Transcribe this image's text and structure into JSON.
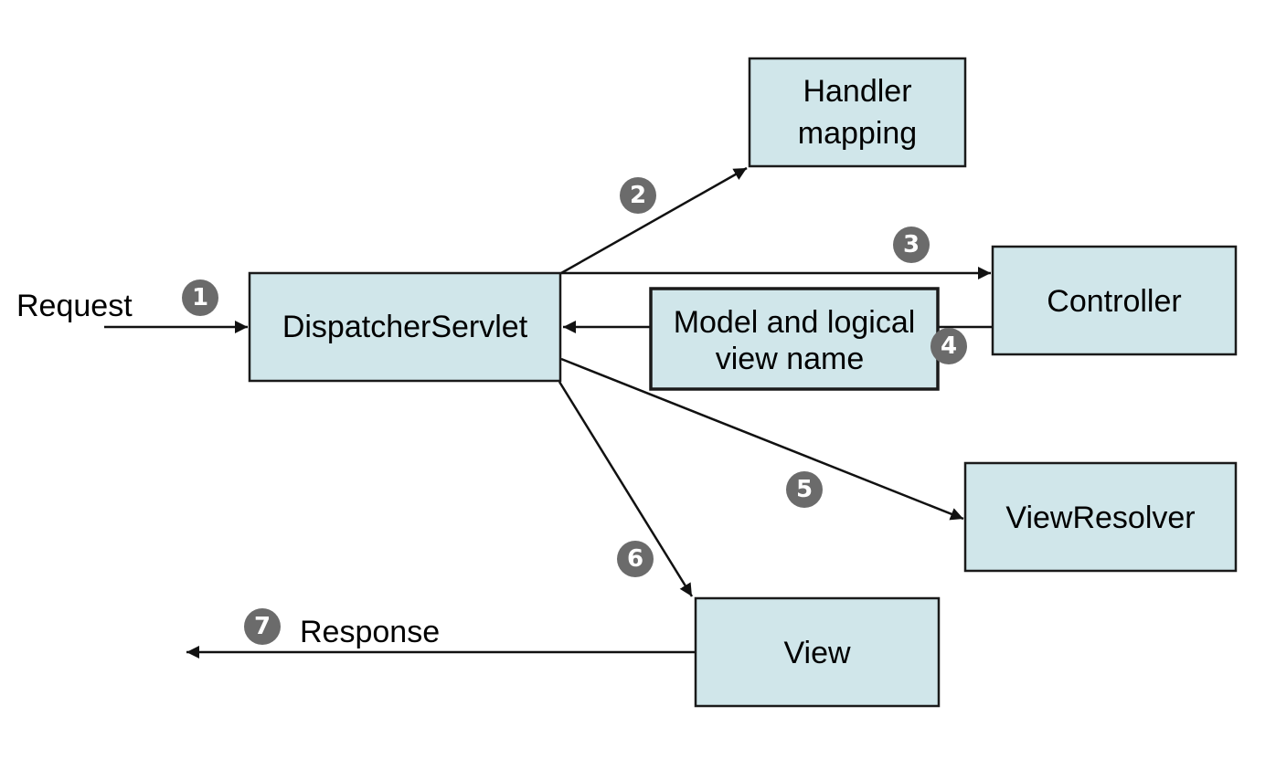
{
  "nodes": {
    "handler_mapping": {
      "lines": [
        "Handler",
        "mapping"
      ]
    },
    "controller": {
      "lines": [
        "Controller"
      ]
    },
    "dispatcher_servlet": {
      "lines": [
        "DispatcherServlet"
      ]
    },
    "model_view_name": {
      "lines": [
        "Model and logical",
        "view name"
      ]
    },
    "view_resolver": {
      "lines": [
        "ViewResolver"
      ]
    },
    "view": {
      "lines": [
        "View"
      ]
    }
  },
  "labels": {
    "request": "Request",
    "response": "Response"
  },
  "steps": [
    "1",
    "2",
    "3",
    "4",
    "5",
    "6",
    "7"
  ],
  "colors": {
    "box_fill": "#d0e6ea",
    "box_stroke": "#1a1a1a",
    "step_badge": "#6b6b6b",
    "line": "#111111"
  }
}
